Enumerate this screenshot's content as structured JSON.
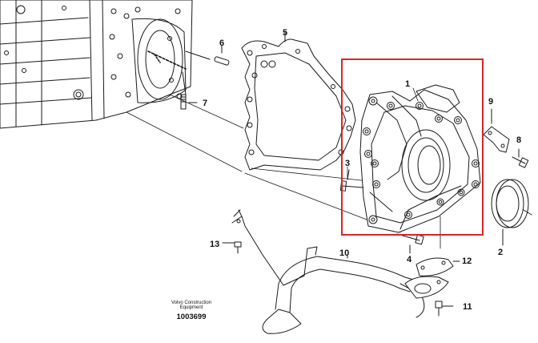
{
  "callouts": {
    "c1": "1",
    "c2": "2",
    "c3": "3",
    "c4": "4",
    "c5": "5",
    "c6": "6",
    "c7": "7",
    "c8": "8",
    "c9": "9",
    "c10": "10",
    "c11": "11",
    "c12": "12",
    "c13": "13"
  },
  "caption": {
    "line1": "Volvo Construction",
    "line2": "Equipment",
    "number": "1003699"
  },
  "colors": {
    "highlight_box": "#d92525",
    "line_art": "#1a1a1a"
  }
}
